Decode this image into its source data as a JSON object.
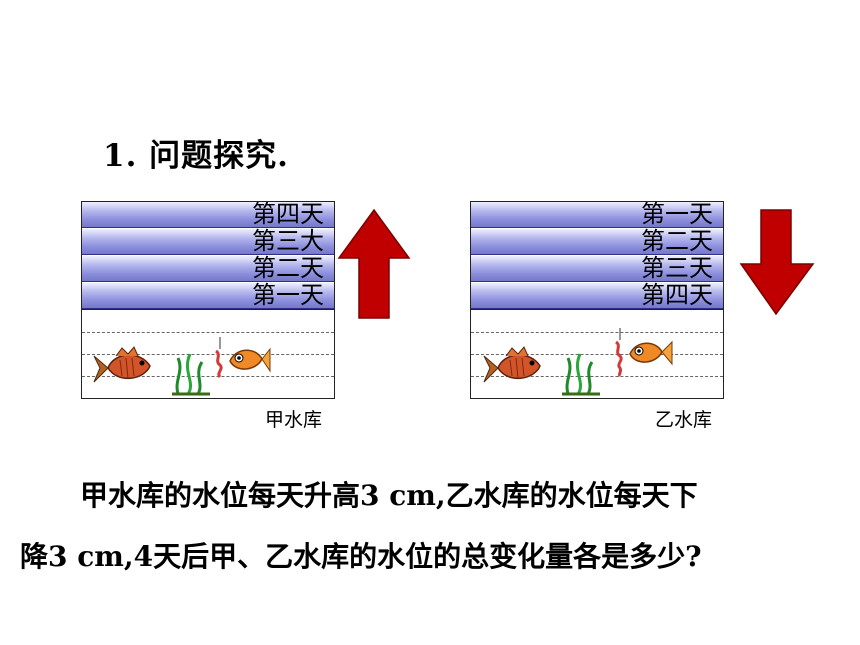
{
  "heading": "1. 问题探究.",
  "reservoir_a": {
    "bands": [
      "第四天",
      "第三大",
      "第二天",
      "第一天"
    ],
    "caption": "甲水库"
  },
  "reservoir_b": {
    "bands": [
      "第一天",
      "第二天",
      "第三天",
      "第四天"
    ],
    "caption": "乙水库"
  },
  "problem": {
    "line1": "甲水库的水位每天升高3 cm,乙水库的水位每天下",
    "line2": "降3 cm,4天后甲、乙水库的水位的总变化量各是多少?"
  },
  "colors": {
    "arrow": "#c00000",
    "band_dark": "#7478c8",
    "band_light": "#eef0ff"
  },
  "icons": [
    "up-arrow-icon",
    "down-arrow-icon",
    "fish-icon",
    "goldfish-icon",
    "seaweed-icon",
    "worm-hook-icon"
  ]
}
